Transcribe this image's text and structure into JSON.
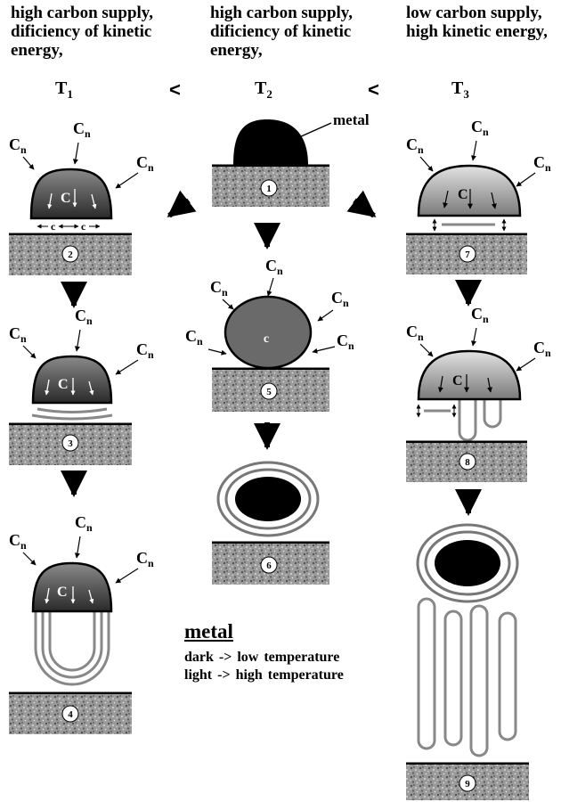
{
  "headers": [
    {
      "lines": [
        "high carbon supply,",
        "dificiency of kinetic",
        "energy,"
      ]
    },
    {
      "lines": [
        "high carbon supply,",
        "dificiency of kinetic",
        "energy,"
      ]
    },
    {
      "lines": [
        "low carbon supply,",
        "high kinetic energy,"
      ]
    }
  ],
  "temperatures": [
    {
      "base": "T",
      "sub": "1"
    },
    {
      "base": "T",
      "sub": "2"
    },
    {
      "base": "T",
      "sub": "3"
    }
  ],
  "less_than": "<",
  "carbon_source": {
    "base": "C",
    "sub": "n"
  },
  "carbon_symbol": "C",
  "carbon_lower": "c",
  "metal_label": "metal",
  "steps": [
    "1",
    "2",
    "3",
    "4",
    "5",
    "6",
    "7",
    "8",
    "9"
  ],
  "legend": {
    "title": "metal",
    "lines": [
      "dark -> low temperature",
      "light -> high temperature"
    ]
  }
}
